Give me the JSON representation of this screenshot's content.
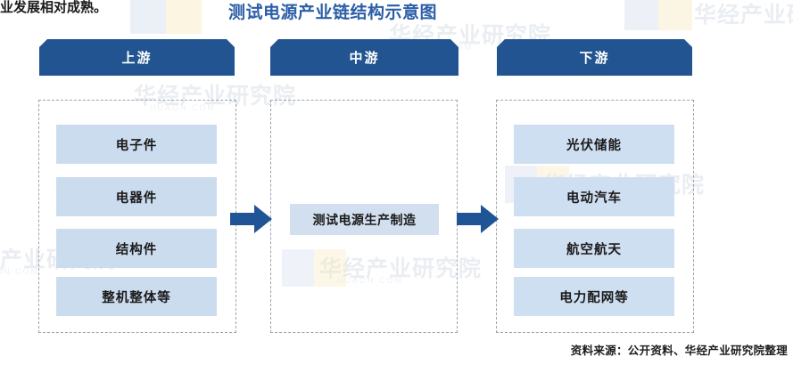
{
  "page": {
    "preceding_text": "业发展相对成熟。",
    "title": "测试电源产业链结构示意图",
    "source_note": "资料来源：公开资料、华经产业研究院整理",
    "watermark": "华经产业研究院",
    "watermark_sub": "HUAON.COM"
  },
  "colors": {
    "banner_blue": "#215490",
    "title_blue": "#2b5ea7",
    "cell_blue": "#cfdcee",
    "arrow_blue": "#1f5596",
    "dashed_border": "#9aa3ad"
  },
  "chart_data": {
    "type": "diagram",
    "title": "测试电源产业链结构示意图",
    "stages": [
      {
        "key": "upstream",
        "label": "上游",
        "items": [
          "电子件",
          "电器件",
          "结构件",
          "整机整体等"
        ]
      },
      {
        "key": "midstream",
        "label": "中游",
        "items": [
          "测试电源生产制造"
        ]
      },
      {
        "key": "downstream",
        "label": "下游",
        "items": [
          "光伏储能",
          "电动汽车",
          "航空航天",
          "电力配网等"
        ]
      }
    ],
    "connectors": [
      {
        "from": "upstream",
        "to": "midstream",
        "glyph": "arrow-right"
      },
      {
        "from": "midstream",
        "to": "downstream",
        "glyph": "arrow-right"
      }
    ]
  }
}
